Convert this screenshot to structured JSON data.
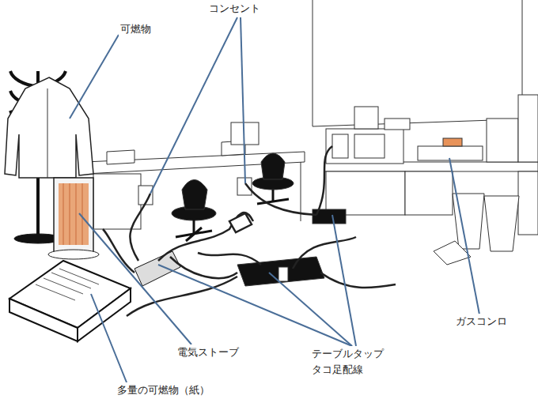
{
  "diagram": {
    "labels": [
      "コンセント",
      "可燃物",
      "電気ストーブ",
      "多量の可燃物（紙）",
      "テーブルタップ タコ足配線",
      "ガスコンロ"
    ]
  }
}
